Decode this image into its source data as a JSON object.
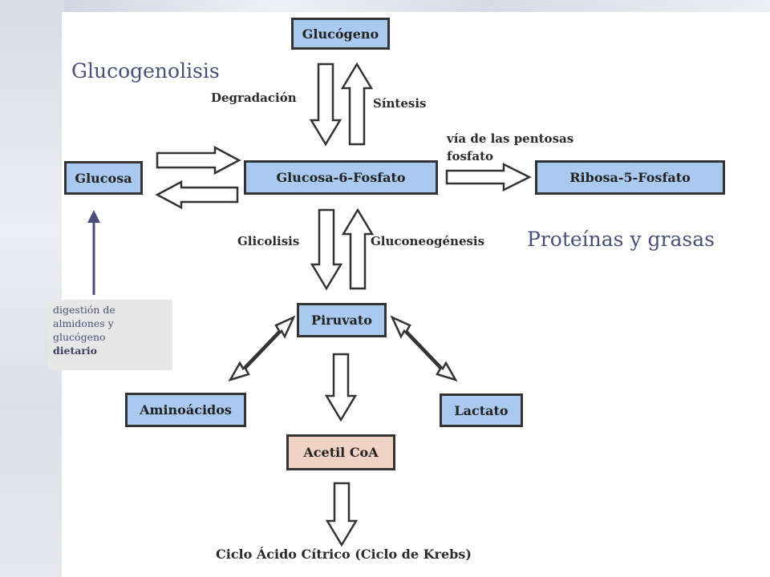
{
  "title_left": "Glucogenolisis",
  "title_right": "Proteínas y grasas",
  "nodes": {
    "glucogeno": "Glucógeno",
    "glucosa": "Glucosa",
    "g6p": "Glucosa-6-Fosfato",
    "ribosa": "Ribosa-5-Fosfato",
    "piruvato": "Piruvato",
    "aminoacidos": "Aminoácidos",
    "lactato": "Lactato",
    "acetil": "Acetil CoA",
    "krebs": "Ciclo Ácido Cítrico (Ciclo de Krebs)"
  },
  "labels": {
    "degradacion": "Degradación",
    "sintesis": "Síntesis",
    "pentosas_1": "vía de las pentosas",
    "pentosas_2": "fosfato",
    "glicolisis": "Glicolisis",
    "gluconeogenesis": "Gluconeogénesis"
  },
  "note": {
    "line1": "digestión de",
    "line2": "almidones y",
    "line3": "glucógeno",
    "line4": "dietario"
  },
  "colors": {
    "box_blue": "#a9c9ee",
    "box_peach": "#f0d3c4",
    "title_text": "#4a4f78"
  }
}
